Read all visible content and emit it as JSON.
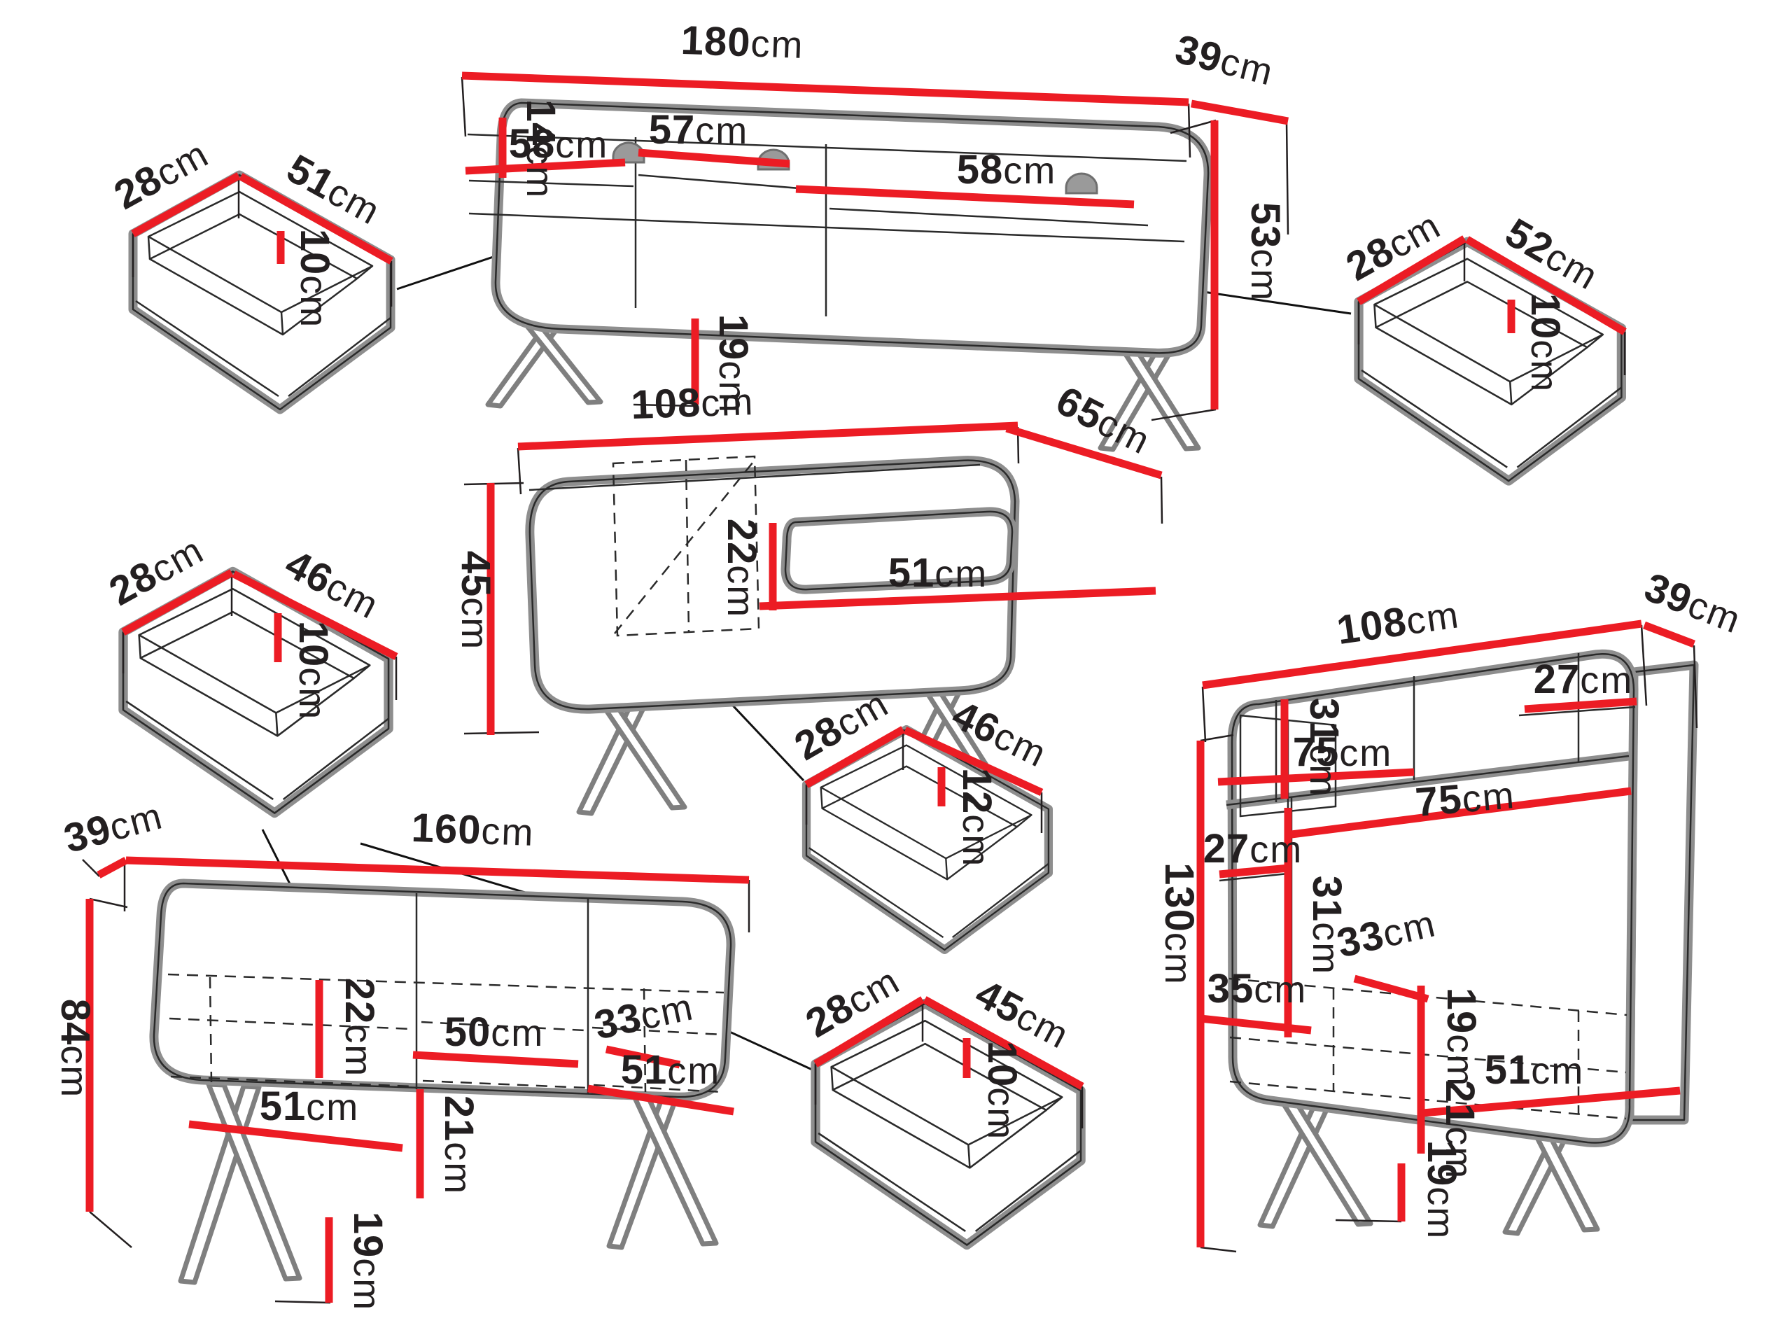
{
  "diagram": {
    "title": "furniture-set-dimensions",
    "accent_red": "#ec1c24",
    "outline_gray": "#8e8e8e",
    "text_black": "#231f20",
    "background": "#ffffff"
  },
  "tv_stand": {
    "width180": {
      "n": "180",
      "u": "cm"
    },
    "depth39": {
      "n": "39",
      "u": "cm"
    },
    "height53": {
      "n": "53",
      "u": "cm"
    },
    "top14": {
      "n": "14",
      "u": "cm"
    },
    "shelf_l58": {
      "n": "58",
      "u": "cm"
    },
    "shelf_m57": {
      "n": "57",
      "u": "cm"
    },
    "shelf_r58": {
      "n": "58",
      "u": "cm"
    },
    "leg19": {
      "n": "19",
      "u": "cm"
    }
  },
  "drawer_top_left": {
    "d28": {
      "n": "28",
      "u": "cm"
    },
    "w51": {
      "n": "51",
      "u": "cm"
    },
    "h10": {
      "n": "10",
      "u": "cm"
    }
  },
  "drawer_top_right": {
    "d28": {
      "n": "28",
      "u": "cm"
    },
    "w52": {
      "n": "52",
      "u": "cm"
    },
    "h10": {
      "n": "10",
      "u": "cm"
    }
  },
  "coffee_table": {
    "width108": {
      "n": "108",
      "u": "cm"
    },
    "depth65": {
      "n": "65",
      "u": "cm"
    },
    "height45": {
      "n": "45",
      "u": "cm"
    },
    "niche_h22": {
      "n": "22",
      "u": "cm"
    },
    "niche_w51": {
      "n": "51",
      "u": "cm"
    }
  },
  "drawer_mid_left": {
    "d28": {
      "n": "28",
      "u": "cm"
    },
    "w46": {
      "n": "46",
      "u": "cm"
    },
    "h10": {
      "n": "10",
      "u": "cm"
    }
  },
  "drawer_coffee": {
    "d28": {
      "n": "28",
      "u": "cm"
    },
    "w46": {
      "n": "46",
      "u": "cm"
    },
    "h12": {
      "n": "12",
      "u": "cm"
    }
  },
  "sideboard": {
    "depth39": {
      "n": "39",
      "u": "cm"
    },
    "width160": {
      "n": "160",
      "u": "cm"
    },
    "height84": {
      "n": "84",
      "u": "cm"
    },
    "inner22": {
      "n": "22",
      "u": "cm"
    },
    "mid50": {
      "n": "50",
      "u": "cm"
    },
    "top33": {
      "n": "33",
      "u": "cm"
    },
    "left51": {
      "n": "51",
      "u": "cm"
    },
    "right51": {
      "n": "51",
      "u": "cm"
    },
    "mid21": {
      "n": "21",
      "u": "cm"
    },
    "leg19": {
      "n": "19",
      "u": "cm"
    }
  },
  "drawer_bottom": {
    "d28": {
      "n": "28",
      "u": "cm"
    },
    "w45": {
      "n": "45",
      "u": "cm"
    },
    "h10": {
      "n": "10",
      "u": "cm"
    }
  },
  "bookcase": {
    "width108": {
      "n": "108",
      "u": "cm"
    },
    "depth39": {
      "n": "39",
      "u": "cm"
    },
    "height130": {
      "n": "130",
      "u": "cm"
    },
    "sec31a": {
      "n": "31",
      "u": "cm"
    },
    "cubby27": {
      "n": "27",
      "u": "cm"
    },
    "shelf75a": {
      "n": "75",
      "u": "cm"
    },
    "shelf75b": {
      "n": "75",
      "u": "cm"
    },
    "left27": {
      "n": "27",
      "u": "cm"
    },
    "sec31b": {
      "n": "31",
      "u": "cm"
    },
    "edge33": {
      "n": "33",
      "u": "cm"
    },
    "low35": {
      "n": "35",
      "u": "cm"
    },
    "niche19": {
      "n": "19",
      "u": "cm"
    },
    "niche51": {
      "n": "51",
      "u": "cm"
    },
    "niche21": {
      "n": "21",
      "u": "cm"
    },
    "leg19": {
      "n": "19",
      "u": "cm"
    }
  }
}
